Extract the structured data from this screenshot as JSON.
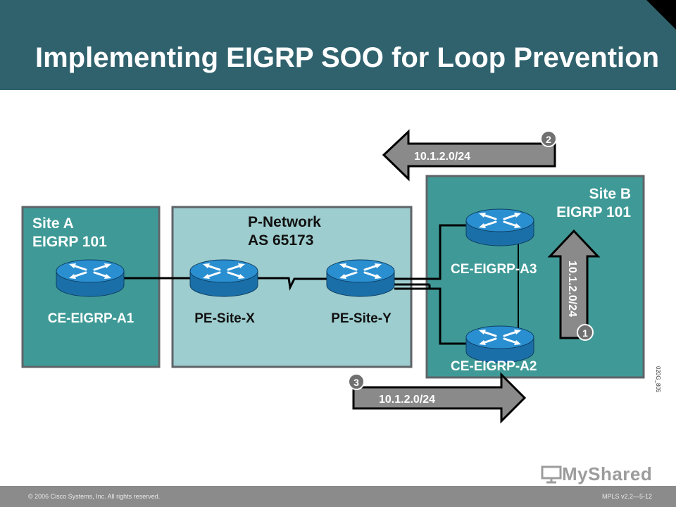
{
  "slide": {
    "title": "Implementing EIGRP SOO for Loop Prevention"
  },
  "diagram": {
    "site_a": {
      "name": "Site A",
      "protocol": "EIGRP 101"
    },
    "p_network": {
      "name": "P-Network",
      "as": "AS 65173"
    },
    "site_b": {
      "name": "Site B",
      "protocol": "EIGRP 101"
    },
    "routers": {
      "ce_a1": "CE-EIGRP-A1",
      "pe_x": "PE-Site-X",
      "pe_y": "PE-Site-Y",
      "ce_a3": "CE-EIGRP-A3",
      "ce_a2": "CE-EIGRP-A2"
    },
    "arrows": {
      "step1": {
        "number": "1",
        "prefix": "10.1.2.0/24"
      },
      "step2": {
        "number": "2",
        "prefix": "10.1.2.0/24"
      },
      "step3": {
        "number": "3",
        "prefix": "10.1.2.0/24"
      }
    },
    "figure_id": "020G_805"
  },
  "footer": {
    "copyright": "© 2006 Cisco Systems, Inc. All rights reserved.",
    "course_code": "MPLS v2.2—5-12"
  },
  "brand": {
    "name": "MyShared"
  },
  "colors": {
    "header_bg": "#30626e",
    "site_fill": "#3f9a97",
    "provider_fill": "#9ecdcf",
    "router_fill": "#2a8fd1",
    "arrow_fill": "#8a8a8a"
  }
}
